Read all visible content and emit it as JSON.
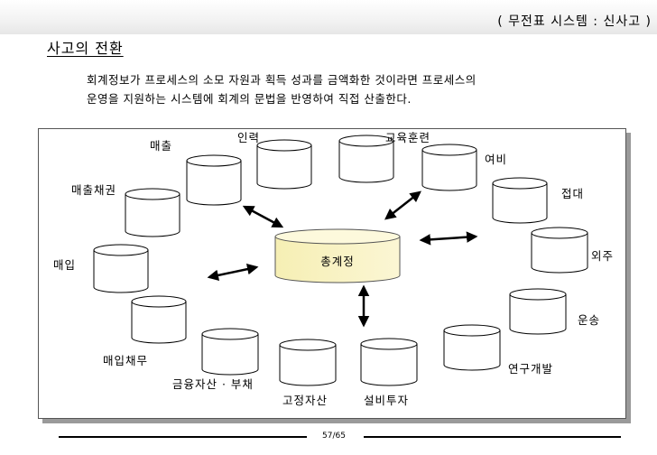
{
  "header": {
    "system_label": "( 무전표 시스템 : 신사고 )"
  },
  "slide": {
    "title": "사고의 전환",
    "paragraph_lines": [
      "회계정보가 프로세스의 소모 자원과 획득 성과를 금액화한 것이라면 프로세스의",
      "운영을 지원하는 시스템에 회계의 문법을 반영하여 직접 산출한다."
    ]
  },
  "diagram": {
    "center": {
      "label": "총계정"
    },
    "nodes": {
      "sales": "매출",
      "labor": "인력",
      "training": "교육훈련",
      "travel": "여비",
      "receivables": "매출채권",
      "entertainment": "접대",
      "outsourcing": "외주",
      "purchase": "매입",
      "shipping": "운송",
      "payables": "매입채무",
      "rnd": "연구개발",
      "financial": "금융자산 · 부채",
      "fixed_assets": "고정자산",
      "equipment": "설비투자"
    }
  },
  "footer": {
    "page": "57/65"
  }
}
